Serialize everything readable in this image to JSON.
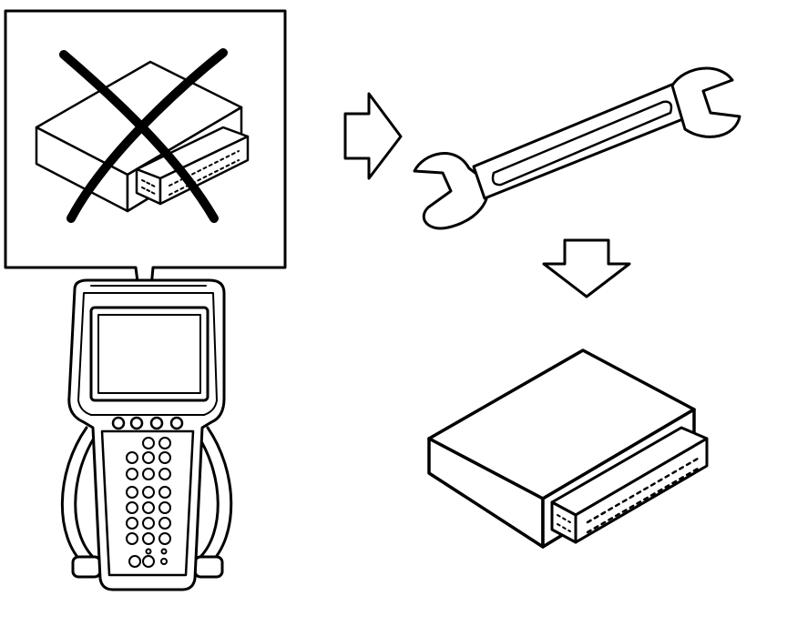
{
  "colors": {
    "ink": "#000000",
    "paper": "#ffffff"
  },
  "diagram": {
    "panels": [
      {
        "id": "callout",
        "content": "ecu-module-crossed-out",
        "crossed_out": true
      },
      {
        "id": "scan-tool",
        "content": "handheld-scan-tool"
      },
      {
        "id": "repair",
        "content": "wrench-icon"
      },
      {
        "id": "result",
        "content": "ecu-module"
      }
    ],
    "arrows": [
      "right",
      "down"
    ]
  }
}
